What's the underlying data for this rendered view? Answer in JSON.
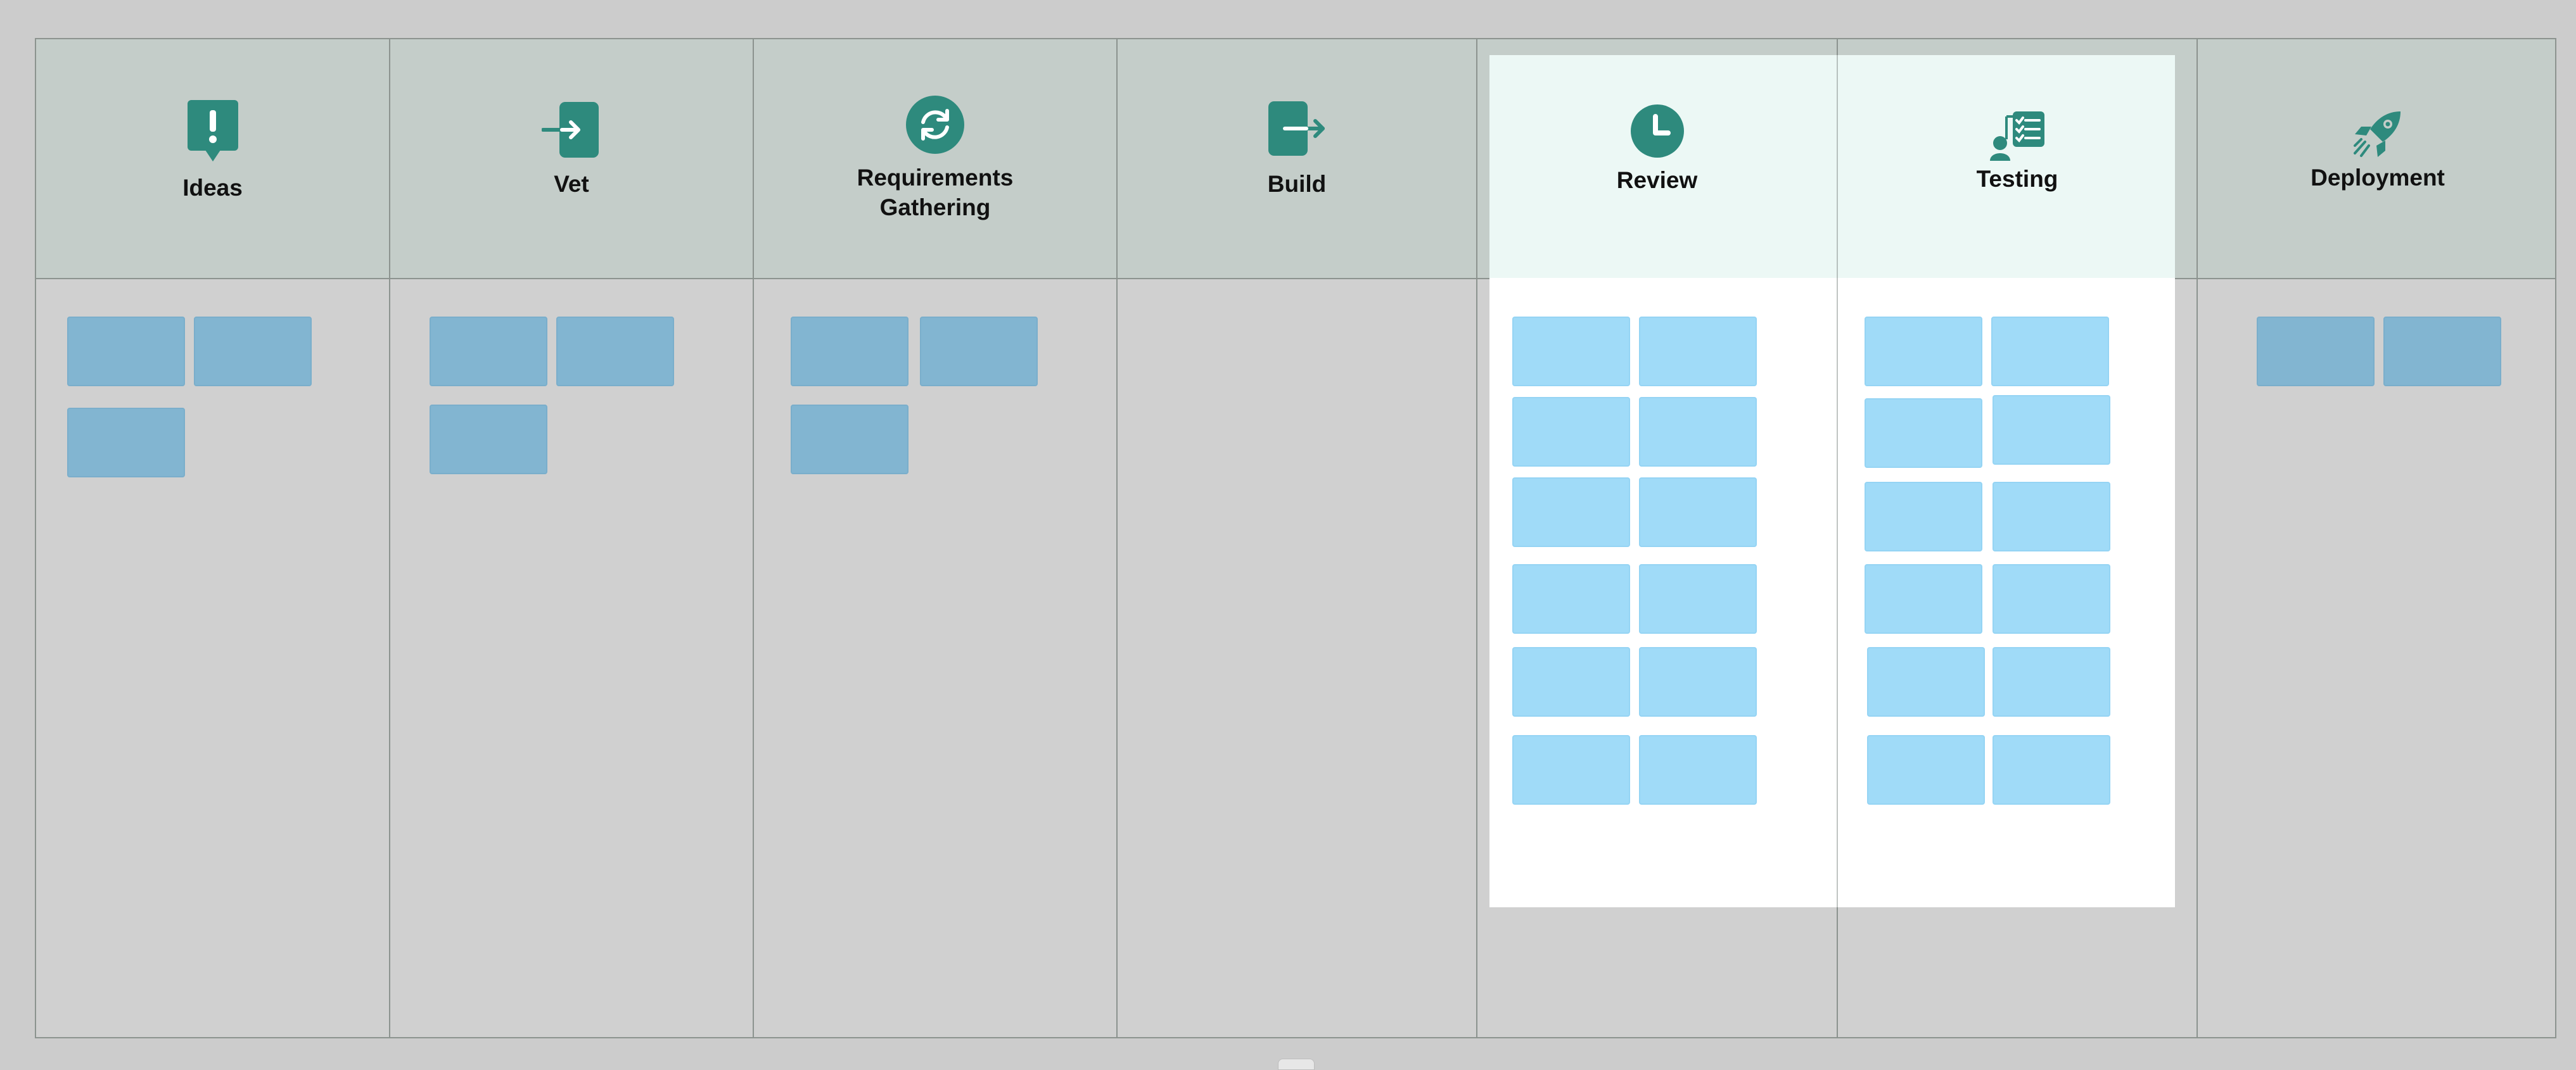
{
  "board": {
    "columns": [
      {
        "key": "ideas",
        "title": "Ideas",
        "icon": "exclamation-speech-icon",
        "card_count": 3
      },
      {
        "key": "vet",
        "title": "Vet",
        "icon": "sign-in-icon",
        "card_count": 3
      },
      {
        "key": "requirements",
        "title": "Requirements\nGathering",
        "icon": "refresh-cycle-icon",
        "card_count": 3
      },
      {
        "key": "build",
        "title": "Build",
        "icon": "sign-out-icon",
        "card_count": 0
      },
      {
        "key": "review",
        "title": "Review",
        "icon": "clock-icon",
        "card_count": 12
      },
      {
        "key": "testing",
        "title": "Testing",
        "icon": "person-checklist-icon",
        "card_count": 12
      },
      {
        "key": "deployment",
        "title": "Deployment",
        "icon": "rocket-icon",
        "card_count": 2
      }
    ],
    "highlighted_columns": [
      "review",
      "testing"
    ]
  },
  "colors": {
    "accent": "#2e8a7d",
    "header_band": "#c4cdc9",
    "highlight_header": "#ecf8f5",
    "card_dim": "#82b5d1",
    "card_bright": "#a0dbf8"
  }
}
